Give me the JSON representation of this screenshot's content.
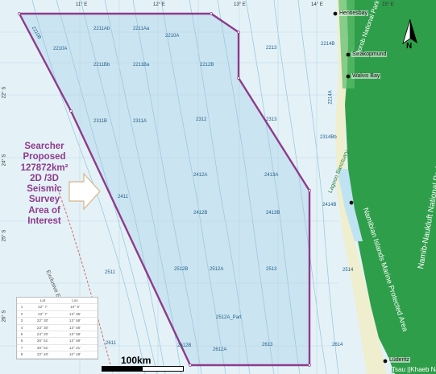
{
  "callout": {
    "lines": [
      "Searcher",
      "Proposed",
      "127872km²",
      "2D /3D",
      "Seismic",
      "Survey",
      "Area of",
      "Interest"
    ]
  },
  "scale": {
    "label": "100km"
  },
  "longitudes": [
    "11° E",
    "12° E",
    "13° E",
    "14° E",
    "15° E"
  ],
  "latitudes": [
    "22° S",
    "24° S",
    "25° S",
    "26° S"
  ],
  "towns": [
    "Hentiesbay",
    "Swakopmund",
    "Walvis Bay",
    "Lüderitz"
  ],
  "parks": {
    "namib_naukluft": "Namib-Naukluft National Park",
    "tsau": "Tsau ||Khaeb National Park",
    "dorob": "Dorob National Park",
    "sanctuary": "Lagoon Sanctuary",
    "namib_islands": "Namibian Islands Marine Protected Area"
  },
  "eez_label": "Exclusive Economic Zone (EEZ)",
  "north_label": "N",
  "blocks": [
    "2210B",
    "2211Ab",
    "2211Aa",
    "2210A",
    "2213",
    "2214B",
    "2210A",
    "2211Bb",
    "2211Ba",
    "2212B",
    "2214A",
    "2311B",
    "2311A",
    "2312",
    "2313",
    "2314Bb",
    "2412A",
    "2413A",
    "2411",
    "2412B",
    "2413B",
    "2414B",
    "2511",
    "2512B",
    "2512A",
    "2513",
    "2514",
    "2512A_Part",
    "2611",
    "2612B",
    "2612A",
    "2613",
    "2614"
  ],
  "coords_table": {
    "header": [
      "",
      "Lat",
      "Lon"
    ],
    "rows": [
      [
        "1",
        "22° 7'",
        "10° 9'"
      ],
      [
        "2",
        "22° 7'",
        "13° 35'"
      ],
      [
        "3",
        "22° 30'",
        "13° 58'"
      ],
      [
        "4",
        "23° 30'",
        "13° 58'"
      ],
      [
        "5",
        "24° 20'",
        "13° 58'"
      ],
      [
        "6",
        "26° 51'",
        "13° 59'"
      ],
      [
        "7",
        "26° 51'",
        "12° 21'"
      ],
      [
        "8",
        "22° 40'",
        "10° 48'"
      ]
    ]
  },
  "colors": {
    "ocean": "#e4f2f8",
    "survey_area": "#cbe4f1",
    "polygon": "#8e3b8a",
    "land": "#2f9e4a",
    "coast_strip": "#efeecf",
    "contour": "#9cc9df",
    "callout_text": "#8e3b8a"
  }
}
